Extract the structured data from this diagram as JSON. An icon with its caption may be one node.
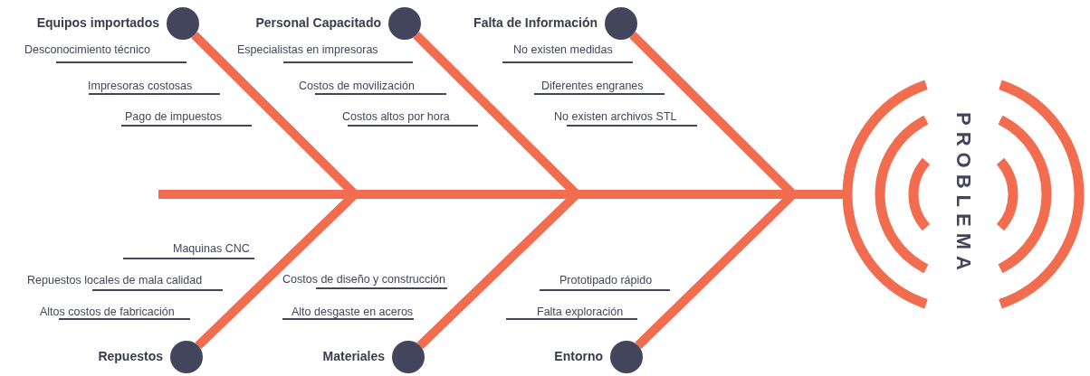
{
  "diagram": {
    "nodes": [
      {
        "text": [
          "Equipos importados"
        ]
      },
      {
        "text": [
          "Personal Capacitado"
        ]
      },
      {
        "text": [
          "Falta de Información"
        ]
      },
      {
        "text": [
          "Repuestos"
        ]
      },
      {
        "text": [
          "Materiales"
        ]
      },
      {
        "text": [
          "Entorno"
        ]
      },
      {
        "text": [
          "PROBLEMA"
        ]
      }
    ],
    "edges": [
      {
        "from": 0,
        "to": 6,
        "arrow": "none"
      },
      {
        "from": 1,
        "to": 6,
        "arrow": "none"
      },
      {
        "from": 2,
        "to": 6,
        "arrow": "none"
      },
      {
        "from": 3,
        "to": 6,
        "arrow": "none"
      },
      {
        "from": 4,
        "to": 6,
        "arrow": "none"
      },
      {
        "from": 5,
        "to": 6,
        "arrow": "none"
      }
    ],
    "labels": [
      "Desconocimiento técnico",
      "Especialistas en impresoras",
      "No existen medidas",
      "Impresoras costosas",
      "Costos de movilización",
      "Diferentes engranes",
      "Pago de impuestos",
      "Costos altos por hora",
      "No existen archivos STL",
      "Maquinas CNC",
      "Repuestos locales de mala calidad",
      "Costos de diseño y construcción",
      "Prototipado rápido",
      "Altos costos de fabricación",
      "Alto desgaste en aceros",
      "Falta exploración"
    ]
  }
}
